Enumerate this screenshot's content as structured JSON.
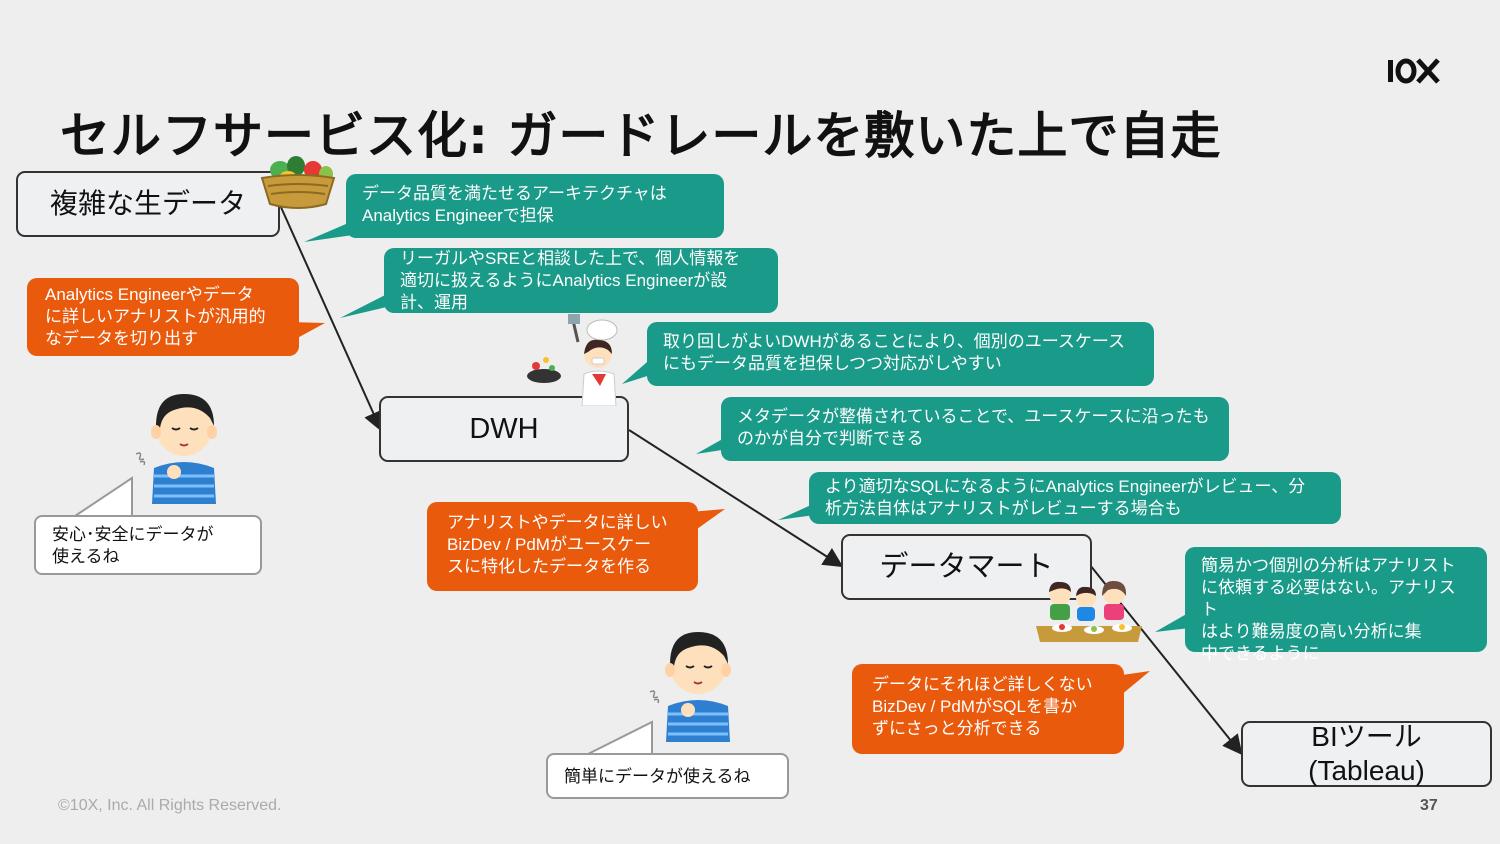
{
  "title": "セルフサービス化: ガードレールを敷いた上で自走",
  "logo_text": "10X",
  "nodes": {
    "raw": "複雑な生データ",
    "dwh": "DWH",
    "mart": "データマート",
    "bi_line1": "BIツール",
    "bi_line2": "(Tableau)"
  },
  "teal_bubbles": {
    "quality": [
      "データ品質を満たせるアーキテクチャは",
      "Analytics Engineerで担保"
    ],
    "legal": [
      "リーガルやSREと相談した上で、個人情報を",
      "適切に扱えるようにAnalytics Engineerが設",
      "計、運用"
    ],
    "dwh_easy": [
      "取り回しがよいDWHがあることにより、個別のユースケース",
      "にもデータ品質を担保しつつ対応がしやすい"
    ],
    "metadata": [
      "メタデータが整備されていることで、ユースケースに沿ったも",
      "のかが自分で判断できる"
    ],
    "sql_review": [
      "より適切なSQLになるようにAnalytics Engineerがレビュー、分",
      "析方法自体はアナリストがレビューする場合も"
    ],
    "simple": [
      "簡易かつ個別の分析はアナリスト",
      "に依頼する必要はない。アナリスト",
      "はより難易度の高い分析に集",
      "中できるように"
    ]
  },
  "orange_bubbles": {
    "extract": [
      "Analytics Engineerやデータ",
      "に詳しいアナリストが汎用的",
      "なデータを切り出す"
    ],
    "analyst": [
      "アナリストやデータに詳しい",
      "BizDev / PdMがユースケー",
      "スに特化したデータを作る"
    ],
    "novice": [
      "データにそれほど詳しくない",
      "BizDev / PdMがSQLを書か",
      "ずにさっと分析できる"
    ]
  },
  "speech": {
    "safe": [
      "安心･安全にデータが",
      "使えるね"
    ],
    "easy": [
      "簡単にデータが使えるね"
    ]
  },
  "footer": "©10X, Inc. All Rights Reserved.",
  "page_number": "37",
  "colors": {
    "teal": "#1a9a89",
    "orange": "#ea5a0c",
    "background": "#eeeeee"
  }
}
